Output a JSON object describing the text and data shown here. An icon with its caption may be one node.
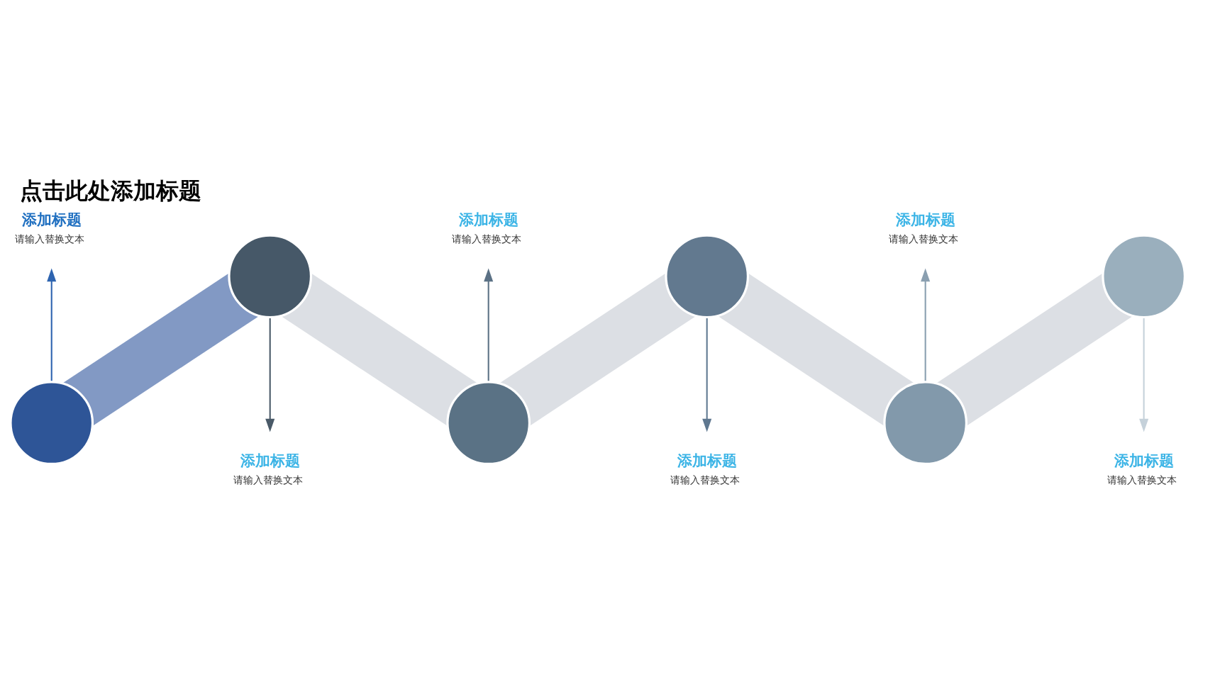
{
  "diagram": {
    "title": "点击此处添加标题",
    "nodes": [
      {
        "text": [],
        "shape": "circle"
      },
      {
        "text": [
          "添加标题",
          "请输入替换文本"
        ]
      },
      {
        "text": [],
        "shape": "circle"
      },
      {
        "text": [
          "添加标题",
          "请输入替换文本"
        ]
      },
      {
        "text": [],
        "shape": "circle"
      },
      {
        "text": [
          "添加标题",
          "请输入替换文本"
        ]
      },
      {
        "text": [],
        "shape": "circle"
      },
      {
        "text": [
          "添加标题",
          "请输入替换文本"
        ]
      },
      {
        "text": [],
        "shape": "circle"
      },
      {
        "text": [
          "添加标题",
          "请输入替换文本"
        ]
      },
      {
        "text": [],
        "shape": "circle"
      },
      {
        "text": [
          "添加标题",
          "请输入替换文本"
        ]
      }
    ],
    "edges": [
      {
        "from": 0,
        "to": 1,
        "arrow": "to",
        "color": "#2e64b0"
      },
      {
        "from": 0,
        "to": 2,
        "arrow": "none",
        "style": "thick",
        "color": "#8299c4"
      },
      {
        "from": 2,
        "to": 3,
        "arrow": "to",
        "color": "#4a5a68"
      },
      {
        "from": 2,
        "to": 4,
        "arrow": "none",
        "style": "thick",
        "color": "#dcdfe4"
      },
      {
        "from": 4,
        "to": 5,
        "arrow": "to",
        "color": "#5b7185"
      },
      {
        "from": 4,
        "to": 6,
        "arrow": "none",
        "style": "thick",
        "color": "#dcdfe4"
      },
      {
        "from": 6,
        "to": 7,
        "arrow": "to",
        "color": "#5f7890"
      },
      {
        "from": 6,
        "to": 8,
        "arrow": "none",
        "style": "thick",
        "color": "#dcdfe4"
      },
      {
        "from": 8,
        "to": 9,
        "arrow": "to",
        "color": "#8a9fb0"
      },
      {
        "from": 8,
        "to": 10,
        "arrow": "none",
        "style": "thick",
        "color": "#dcdfe4"
      },
      {
        "from": 10,
        "to": 11,
        "arrow": "to",
        "color": "#c5d1da"
      }
    ]
  }
}
